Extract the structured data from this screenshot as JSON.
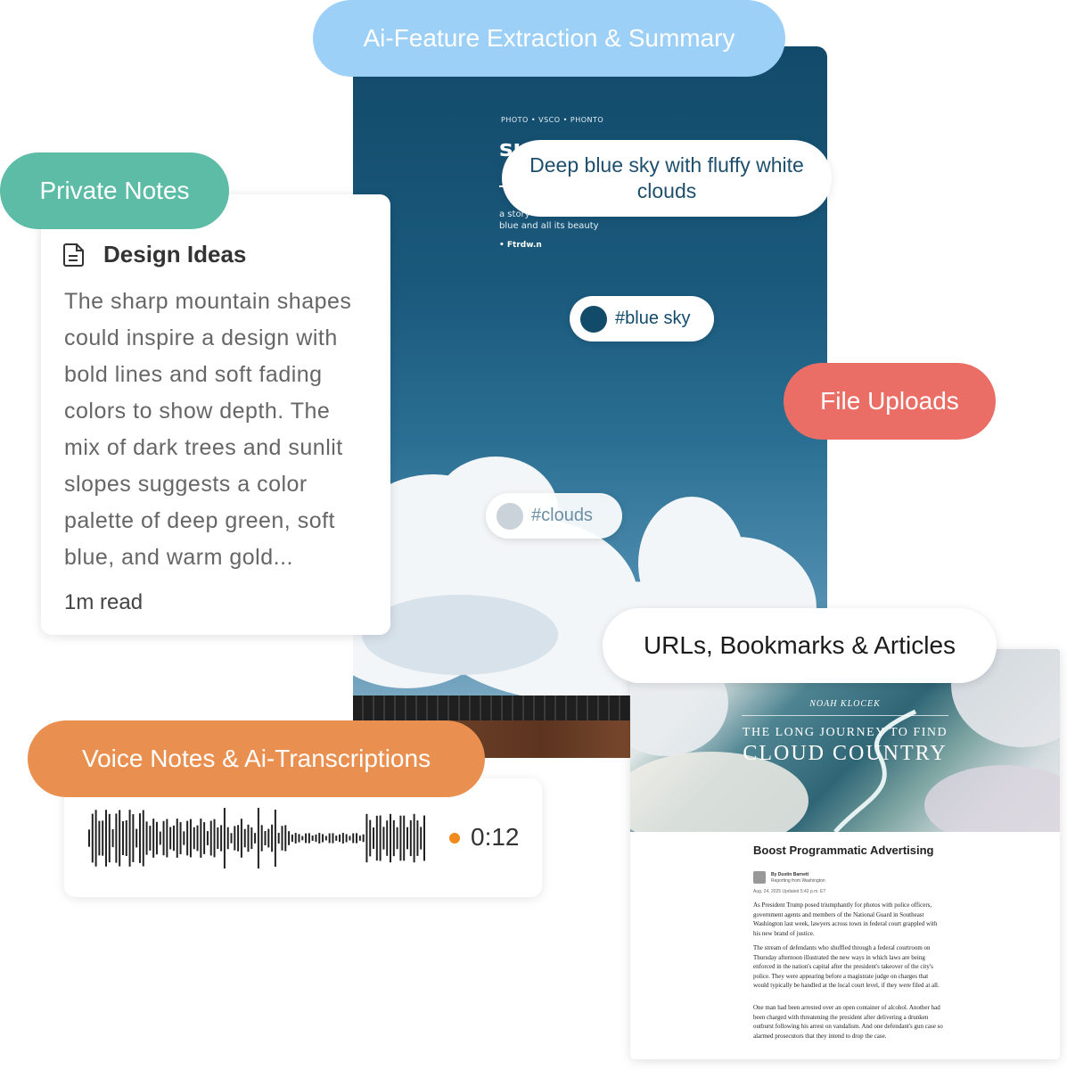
{
  "labels": {
    "ai_feature": "Ai-Feature Extraction & Summary",
    "private_notes": "Private Notes",
    "file_uploads": "File Uploads",
    "urls": "URLs, Bookmarks & Articles",
    "voice_notes": "Voice Notes & Ai-Transcriptions"
  },
  "photo": {
    "credit": "PHOTO • VSCO • PHONTO",
    "title_fragment": "su",
    "story": "a story\nblue and all its beauty",
    "author": "• Ftrdw.n",
    "summary": "Deep blue sky with fluffy white clouds",
    "tags": [
      "#blue sky",
      "#clouds"
    ]
  },
  "note": {
    "icon": "document-icon",
    "title": "Design Ideas",
    "body": "The sharp mountain shapes could inspire a design with bold lines and soft fading colors to show depth. The mix of dark trees and sunlit slopes suggests a color palette of deep green, soft blue, and warm gold...",
    "read_time": "1m read"
  },
  "voice": {
    "duration": "0:12",
    "recording_color": "#f08a1c"
  },
  "article": {
    "author_banner": "NOAH KLOCEK",
    "subtitle": "THE LONG JOURNEY TO FIND",
    "title": "CLOUD COUNTRY",
    "headline": "Boost Programmatic Advertising",
    "byline": "By Dustin Barnett",
    "reporting": "Reporting from Washington",
    "date": "Aug. 24, 2025   Updated 5:42 p.m. ET",
    "paragraphs": [
      "As President Trump posed triumphantly for photos with police officers, government agents and members of the National Guard in Southeast Washington last week, lawyers across town in federal court grappled with his new brand of justice.",
      "The stream of defendants who shuffled through a federal courtroom on Thursday afternoon illustrated the new ways in which laws are being enforced in the nation's capital after the president's takeover of the city's police. They were appearing before a magistrate judge on charges that would typically be handled at the local court level, if they were filed at all.",
      "One man had been arrested over an open container of alcohol. Another had been charged with threatening the president after delivering a drunken outburst following his arrest on vandalism. And one defendant's gun case so alarmed prosecutors that they intend to drop the case."
    ]
  },
  "colors": {
    "ai_pill": "#9dd0f7",
    "private_pill": "#5cbca6",
    "file_pill": "#ea6e65",
    "voice_pill": "#e99051",
    "sky_tag": "#124a6a"
  }
}
